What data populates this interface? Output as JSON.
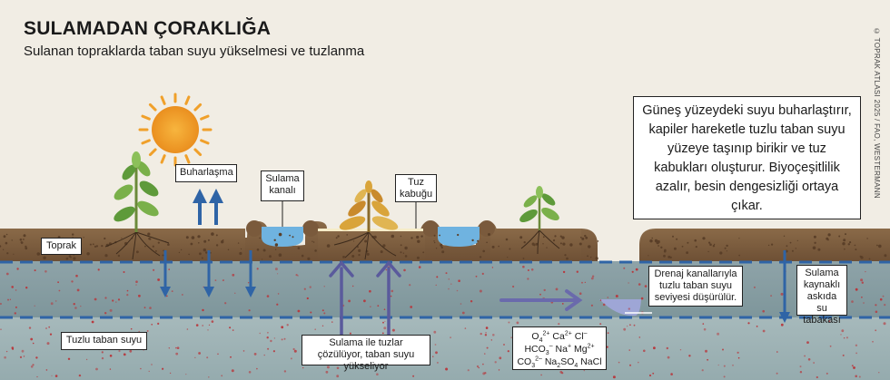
{
  "header": {
    "title": "SULAMADAN ÇORAKLIĞA",
    "subtitle": "Sulanan topraklarda taban suyu yükselmesi ve tuzlanma",
    "credit": "© TOPRAK ATLASI 2025 / FAO, WESTERMANN"
  },
  "labels": {
    "buharlasma": "Buharlaşma",
    "sulama_kanali": "Sulama kanalı",
    "tuz_kabugu": "Tuz kabuğu",
    "toprak": "Toprak",
    "tuzlu_taban_suyu": "Tuzlu taban suyu",
    "sulama_tuzlar": "Sulama ile tuzlar çözülüyor, taban suyu yükseliyor",
    "drenaj": "Drenaj kanallarıyla tuzlu taban suyu seviyesi düşürülür.",
    "askida": "Sulama kaynaklı askıda su tabakası"
  },
  "info_text": "Güneş yüzeydeki suyu buharlaştırır, kapiler hareketle tuzlu taban suyu yüzeye taşınıp birikir ve tuz kabukları oluşturur. Biyoçeşitlilik azalır, besin dengesizliği ortaya çıkar.",
  "chemicals": {
    "line1": [
      "O",
      "4",
      "2+",
      "Ca",
      "2+",
      "Cl",
      "–"
    ],
    "line2": [
      "HCO",
      "3",
      "–",
      "Na",
      "+",
      "Mg",
      "2+"
    ],
    "line3": [
      "CO",
      "3",
      "2–",
      "Na",
      "2",
      "SO",
      "4",
      "NaCl"
    ]
  },
  "colors": {
    "background": "#f1ede4",
    "soil": "#7a5a3c",
    "groundwater": "#7f9aa0",
    "salty_water": "#9bb0b3",
    "arrow_blue": "#2f64a6",
    "arrow_purple": "#5a5a9c",
    "canal_water": "#6fb3e0",
    "sun": "#f0a02a",
    "salt_dots": "#b8363b"
  }
}
